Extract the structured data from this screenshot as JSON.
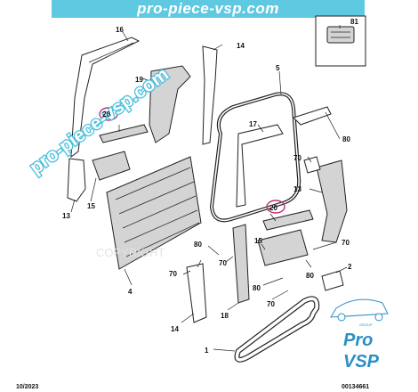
{
  "banner": {
    "text": "pro-piece-vsp.com"
  },
  "watermark": {
    "text": "pro-piece-vsp.com",
    "copyright": "COPYRIGHT"
  },
  "labels": {
    "l16": "16",
    "l14a": "14",
    "l19": "19",
    "l5": "5",
    "l81": "81",
    "l20a": "20",
    "l17": "17",
    "l80a": "80",
    "l70a": "70",
    "l15a": "15",
    "l13a": "13",
    "l13b": "13",
    "l20b": "20",
    "l80b": "80",
    "l70b": "70",
    "l15b": "15",
    "l70c": "70",
    "l80c": "80",
    "l70d": "70",
    "l4": "4",
    "l2": "2",
    "l80d": "80",
    "l70e": "70",
    "l18": "18",
    "l14b": "14",
    "l1": "1"
  },
  "footer": {
    "date": "10/2023",
    "ref": "00134661"
  },
  "logo": {
    "group": "GROUP",
    "pro": "Pro",
    "vsp": "VSP"
  },
  "colors": {
    "banner": "#5fc9e2",
    "highlight": "#c0307a",
    "logo": "#2b8fc6"
  }
}
